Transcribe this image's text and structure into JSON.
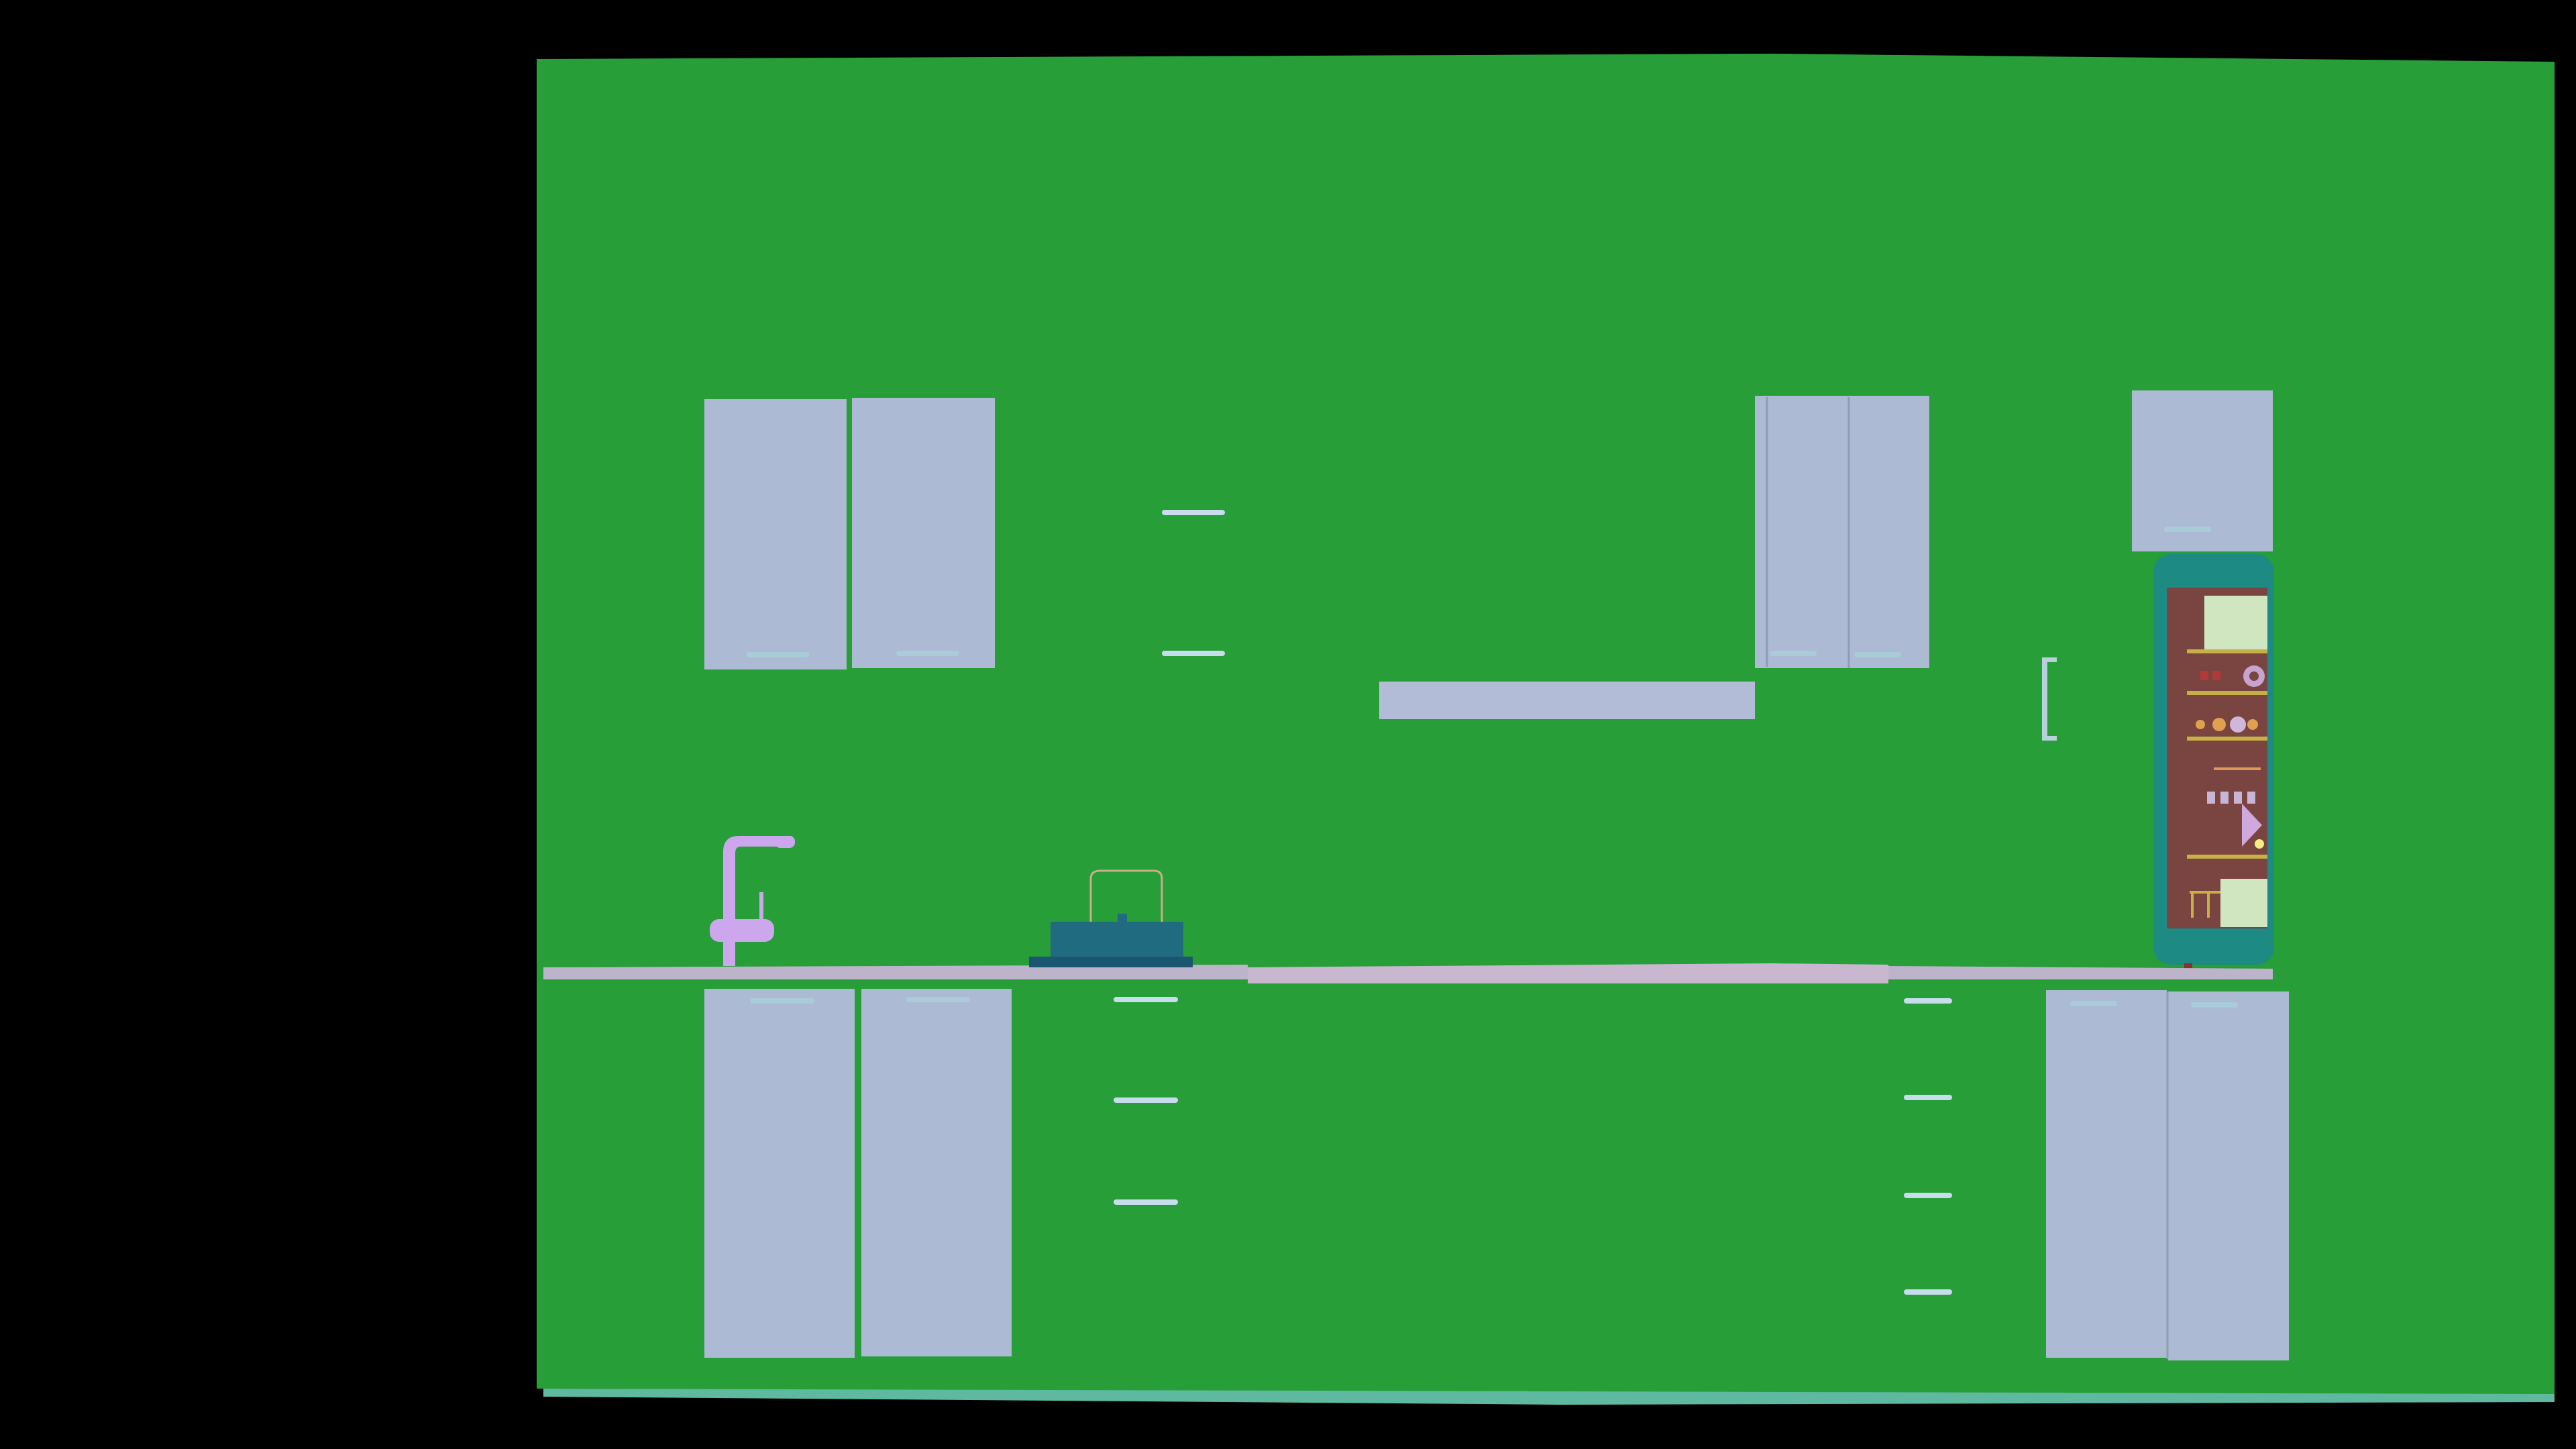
{
  "scene": {
    "name": "kitchen-scene",
    "background_color": "#000000",
    "wall_color": "#279e38",
    "floor_strip_color": "#5fb8a0",
    "cabinet_color": "#adbad4",
    "cabinet_seam_color": "#8f9cb6",
    "handle_color": "#a9ccd9",
    "drawer_handle_color": "#c7dcec",
    "counter_color": "#bdb3cb",
    "counter_top_color": "#c8b7cf",
    "faucet_color": "#cca7ed",
    "kettle_color": "#216b80",
    "kettle_base_color": "#1a5670",
    "kettle_handle_color": "#c7b088",
    "hood_color": "#b3bcd6",
    "fridge_body_color": "#1d8a84",
    "fridge_interior_color": "#7a4540",
    "fridge_shelf_color": "#c7b048",
    "door_handle_color": "#b7d0da"
  },
  "objects": {
    "upper_cabinets": [
      {
        "name": "upper-cabinet-left"
      },
      {
        "name": "upper-cabinet-middle-right"
      },
      {
        "name": "upper-cabinet-above-fridge"
      }
    ],
    "lower_cabinets": [
      {
        "name": "lower-cabinet-left"
      },
      {
        "name": "lower-cabinet-right"
      }
    ],
    "drawers": [
      {
        "name": "wall-drawer-handles-left",
        "count": 2
      },
      {
        "name": "lower-drawer-handles-left",
        "count": 3
      },
      {
        "name": "lower-drawer-handles-right",
        "count": 4
      }
    ],
    "appliances": [
      {
        "name": "sink-faucet"
      },
      {
        "name": "kettle"
      },
      {
        "name": "range-hood"
      },
      {
        "name": "refrigerator-open"
      }
    ],
    "fixtures": [
      {
        "name": "countertop"
      },
      {
        "name": "door-handle-bracket"
      }
    ]
  }
}
